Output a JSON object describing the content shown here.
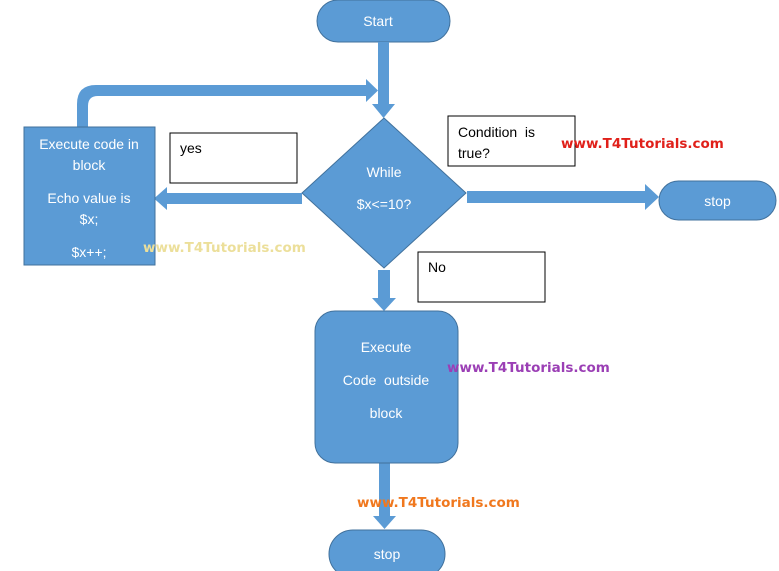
{
  "nodes": {
    "start": {
      "label": "Start"
    },
    "decision": {
      "line1": "While",
      "line2": "$x<=10?"
    },
    "loop_block": {
      "line1": "Execute code in",
      "line2": "block",
      "line3": "Echo value is",
      "line4": "$x;",
      "line5": "$x++;"
    },
    "outside_block": {
      "line1": "Execute",
      "line2": "Code  outside",
      "line3": "block"
    },
    "stop_right": {
      "label": "stop"
    },
    "stop_bottom": {
      "label": "stop"
    }
  },
  "notes": {
    "yes": "yes",
    "no": "No",
    "condition_line1": "Condition  is",
    "condition_line2": "true?"
  },
  "watermarks": {
    "red": "www.T4Tutorials.com",
    "yellow": "www.T4Tutorials.com",
    "purple": "www.T4Tutorials.com",
    "orange": "www.T4Tutorials.com"
  },
  "colors": {
    "shape_fill": "#5b9bd5",
    "shape_stroke": "#41719c",
    "watermark_red": "#e0201a",
    "watermark_yellow": "#ecdf9a",
    "watermark_purple": "#9b3fb5",
    "watermark_orange": "#f0781e"
  }
}
